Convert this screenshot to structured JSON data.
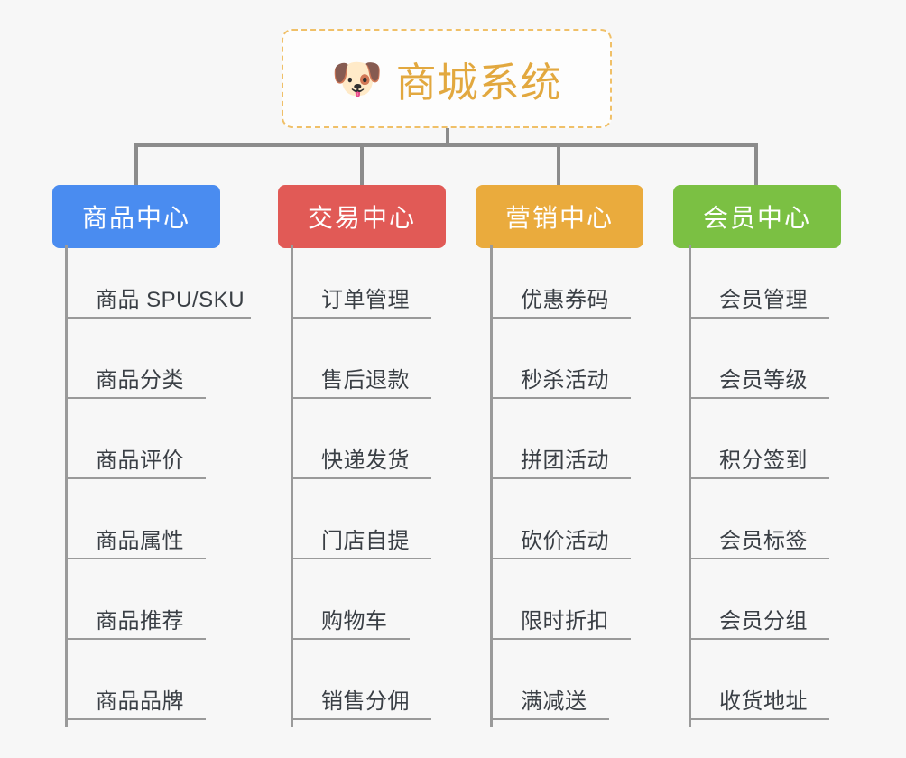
{
  "diagram": {
    "background_color": "#f7f7f7",
    "root": {
      "icon": "dog-face-icon",
      "icon_glyph": "🐶",
      "title": "商城系统",
      "title_color": "#e2a83f",
      "border_color": "#f0c068",
      "border_style": "dashed"
    },
    "connector_color": "#8c8c8c",
    "branches": [
      {
        "title": "商品中心",
        "color": "#4a8cf0",
        "items": [
          "商品 SPU/SKU",
          "商品分类",
          "商品评价",
          "商品属性",
          "商品推荐",
          "商品品牌"
        ]
      },
      {
        "title": "交易中心",
        "color": "#e15a56",
        "items": [
          "订单管理",
          "售后退款",
          "快递发货",
          "门店自提",
          "购物车",
          "销售分佣"
        ]
      },
      {
        "title": "营销中心",
        "color": "#eaab3d",
        "items": [
          "优惠券码",
          "秒杀活动",
          "拼团活动",
          "砍价活动",
          "限时折扣",
          "满减送"
        ]
      },
      {
        "title": "会员中心",
        "color": "#7bc043",
        "items": [
          "会员管理",
          "会员等级",
          "积分签到",
          "会员标签",
          "会员分组",
          "收货地址"
        ]
      }
    ]
  }
}
